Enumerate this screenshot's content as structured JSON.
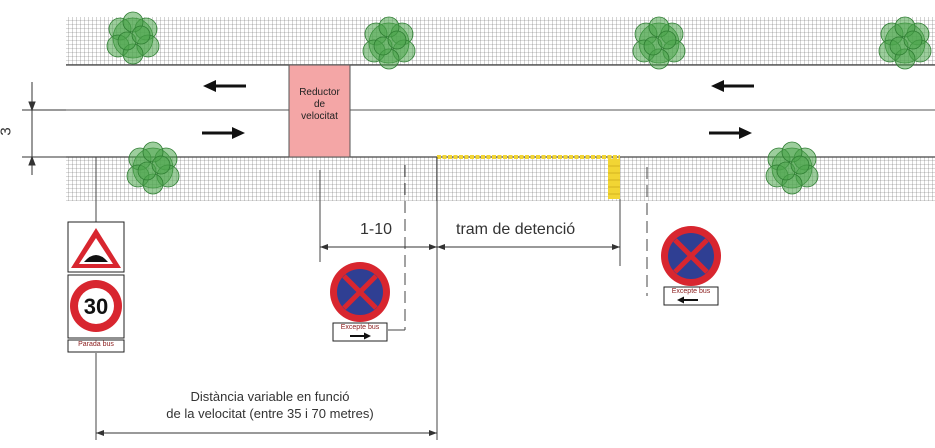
{
  "diagram": {
    "road": {
      "lane_width_label": "3",
      "speed_bump_label": [
        "Reductor",
        "de",
        "velocitat"
      ]
    },
    "dimensions": {
      "offset_label": "1-10",
      "stop_section_label": "tram de detenció",
      "variable_distance_label": [
        "Distància variable en funció",
        "de la velocitat (entre  35 i 70 metres)"
      ]
    },
    "signs": {
      "speed_limit_value": "30",
      "bus_stop_plate": "Parada bus",
      "except_bus_plate": "Excepte bus"
    },
    "colors": {
      "speed_bump": "#f4a6a6",
      "stop_marking": "#f2d534",
      "sign_red": "#d8262f",
      "sign_blue": "#2f3f93",
      "tree_green": "#4ca64c"
    }
  }
}
